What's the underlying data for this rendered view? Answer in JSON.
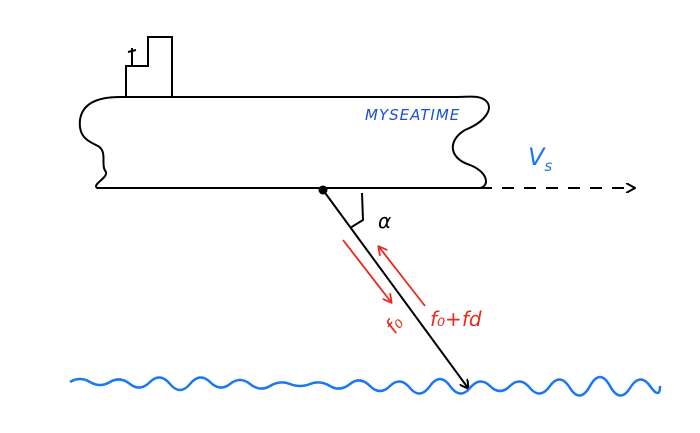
{
  "ship": {
    "name": "MYSEATIME"
  },
  "labels": {
    "velocity": "Vs",
    "velocity_sub": "s",
    "velocity_main": "V",
    "angle": "α",
    "transmit_freq": "f₀",
    "receive_freq": "f₀+f",
    "receive_freq_sub": "d"
  },
  "colors": {
    "ink": "#000000",
    "blue": "#1a4fd6",
    "light_blue": "#1a78f0",
    "red": "#e8291c"
  }
}
